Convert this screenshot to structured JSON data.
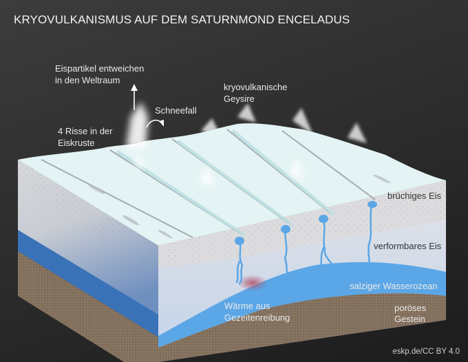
{
  "title": "KRYOVULKANISMUS AUF DEM SATURNMOND ENCELADUS",
  "labels": {
    "escape_line1": "Eispartikel entweichen",
    "escape_line2": "in den Weltraum",
    "snowfall": "Schneefall",
    "cracks_line1": "4 Risse in der",
    "cracks_line2": "Eiskruste",
    "geysers_line1": "kryovulkanische",
    "geysers_line2": "Geysire",
    "brittle_ice": "brüchiges Eis",
    "ductile_ice": "verformbares Eis",
    "ocean": "salziger Wasserozean",
    "heat_line1": "Wärme aus",
    "heat_line2": "Gezeitenreibung",
    "rock_line1": "poröses",
    "rock_line2": "Gestein"
  },
  "credit": "eskp.de/CC BY 4.0",
  "colors": {
    "background": "#2e2e2e",
    "ice_surface": "#e4f3f4",
    "brittle_ice": "#d8d8da",
    "ductile_ice": "#d5dde8",
    "ocean_front": "#5ba6e6",
    "ocean_side": "#3a72b8",
    "rock": "#85725f",
    "heat_spot": "#b05670",
    "plume": "#ffffff"
  }
}
